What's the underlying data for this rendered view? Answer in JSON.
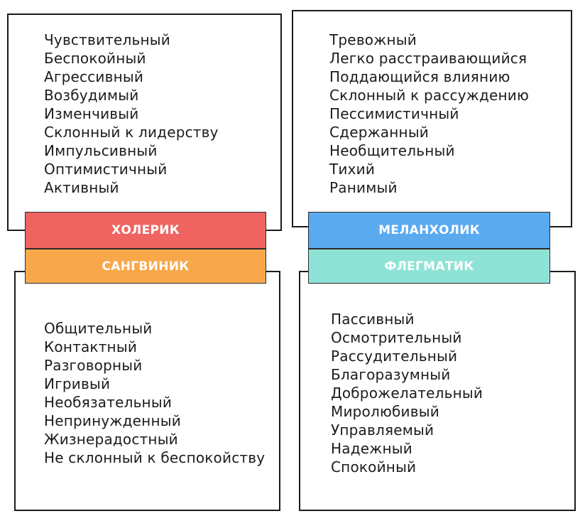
{
  "temperaments": {
    "choleric": {
      "label": "ХОЛЕРИК",
      "color": "#ef6461",
      "traits": [
        "Чувствительный",
        "Беспокойный",
        "Агрессивный",
        "Возбудимый",
        "Изменчивый",
        "Склонный к лидерству",
        "Импульсивный",
        "Оптимистичный",
        "Активный"
      ]
    },
    "melancholic": {
      "label": "МЕЛАНХОЛИК",
      "color": "#5aaaf0",
      "traits": [
        "Тревожный",
        "Легко расстраивающийся",
        "Поддающийся влиянию",
        "Склонный к рассуждению",
        "Пессимистичный",
        "Сдержанный",
        "Необщительный",
        "Тихий",
        "Ранимый"
      ]
    },
    "sanguine": {
      "label": "САНГВИНИК",
      "color": "#f8a84a",
      "traits": [
        "Общительный",
        "Контактный",
        "Разговорный",
        "Игривый",
        "Необязательный",
        "Непринужденный",
        "Жизнерадостный",
        "Не склонный к беспокойству"
      ]
    },
    "phlegmatic": {
      "label": "ФЛЕГМАТИК",
      "color": "#8fe3d6",
      "traits": [
        "Пассивный",
        "Осмотрительный",
        "Рассудительный",
        "Благоразумный",
        "Доброжелательный",
        "Миролюбивый",
        "Управляемый",
        "Надежный",
        "Спокойный"
      ]
    }
  }
}
